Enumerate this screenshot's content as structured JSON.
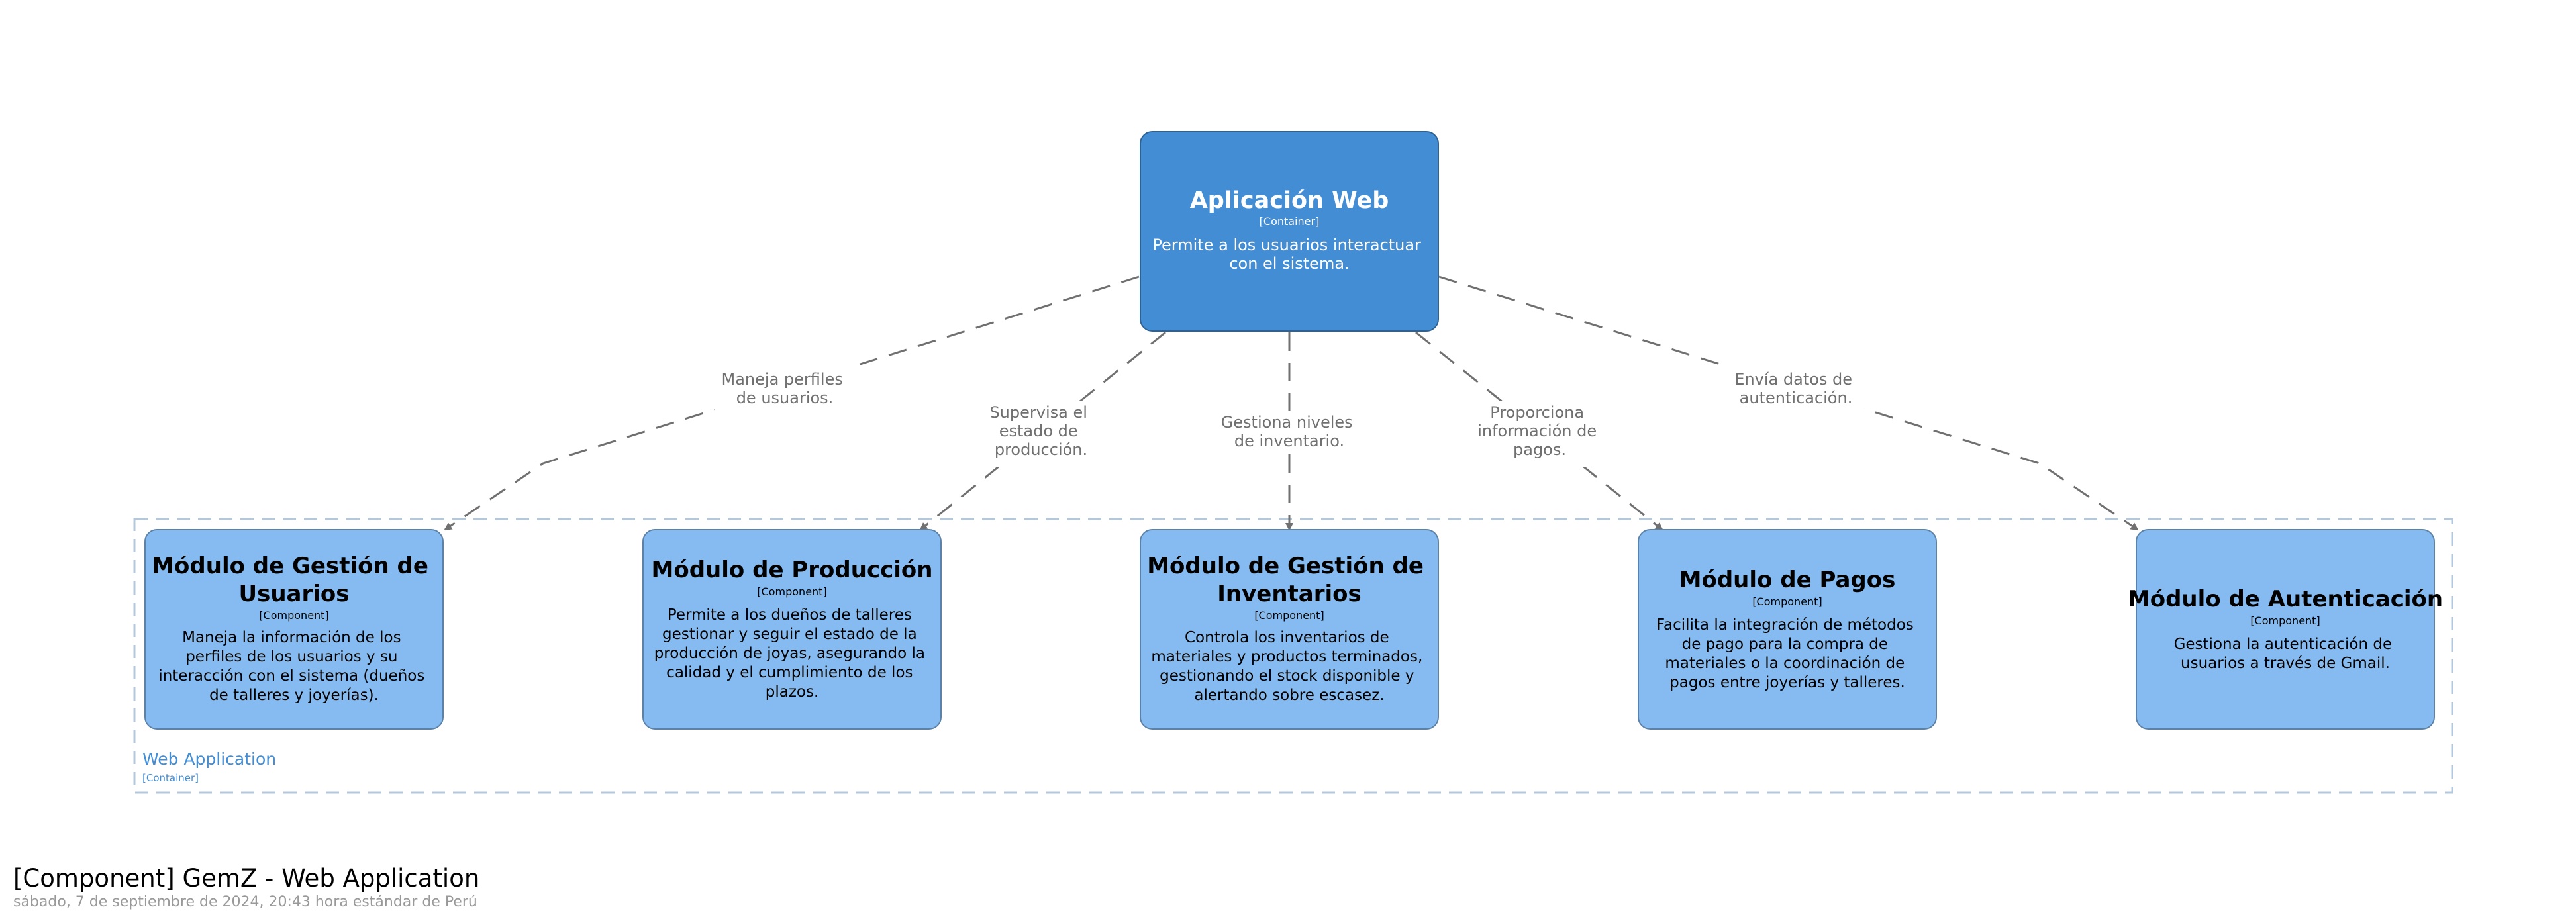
{
  "colors": {
    "container_fill": "#438dd5",
    "container_stroke": "#2e6295",
    "component_fill": "#85bbf0",
    "component_stroke": "#5d82a8",
    "boundary_stroke": "#b3c8dc",
    "boundary_label": "#438dd5",
    "relationship": "#707070",
    "relationship_label": "#707070",
    "footer_title": "#000000",
    "footer_date": "#999999"
  },
  "container": {
    "name": "Aplicación Web",
    "type": "[Container]",
    "description": [
      "Permite a los usuarios interactuar",
      "con el sistema."
    ]
  },
  "boundary": {
    "name": "Web Application",
    "type": "[Container]"
  },
  "components": [
    {
      "id": "usuarios",
      "name": [
        "Módulo de Gestión de",
        "Usuarios"
      ],
      "type": "[Component]",
      "description": [
        "Maneja la información de los",
        "perfiles de los usuarios y su",
        "interacción con el sistema (dueños",
        "de talleres y joyerías)."
      ]
    },
    {
      "id": "produccion",
      "name": [
        "Módulo de Producción"
      ],
      "type": "[Component]",
      "description": [
        "Permite a los dueños de talleres",
        "gestionar y seguir el estado de la",
        "producción de joyas, asegurando la",
        "calidad y el cumplimiento de los",
        "plazos."
      ]
    },
    {
      "id": "inventarios",
      "name": [
        "Módulo de Gestión de",
        "Inventarios"
      ],
      "type": "[Component]",
      "description": [
        "Controla los inventarios de",
        "materiales y productos terminados,",
        "gestionando el stock disponible y",
        "alertando sobre escasez."
      ]
    },
    {
      "id": "pagos",
      "name": [
        "Módulo de Pagos"
      ],
      "type": "[Component]",
      "description": [
        "Facilita la integración de métodos",
        "de pago para la compra de",
        "materiales o la coordinación de",
        "pagos entre joyerías y talleres."
      ]
    },
    {
      "id": "autenticacion",
      "name": [
        "Módulo de Autenticación"
      ],
      "type": "[Component]",
      "description": [
        "Gestiona la autenticación de",
        "usuarios a través de Gmail."
      ]
    }
  ],
  "relationships": [
    {
      "to": "usuarios",
      "label": [
        "Maneja perfiles",
        "de usuarios."
      ]
    },
    {
      "to": "produccion",
      "label": [
        "Supervisa el",
        "estado de",
        "producción."
      ]
    },
    {
      "to": "inventarios",
      "label": [
        "Gestiona niveles",
        "de inventario."
      ]
    },
    {
      "to": "pagos",
      "label": [
        "Proporciona",
        "información de",
        "pagos."
      ]
    },
    {
      "to": "autenticacion",
      "label": [
        "Envía datos de",
        "autenticación."
      ]
    }
  ],
  "footer": {
    "title": "[Component] GemZ - Web Application",
    "date": "sábado, 7 de septiembre de 2024, 20:43 hora estándar de Perú"
  }
}
